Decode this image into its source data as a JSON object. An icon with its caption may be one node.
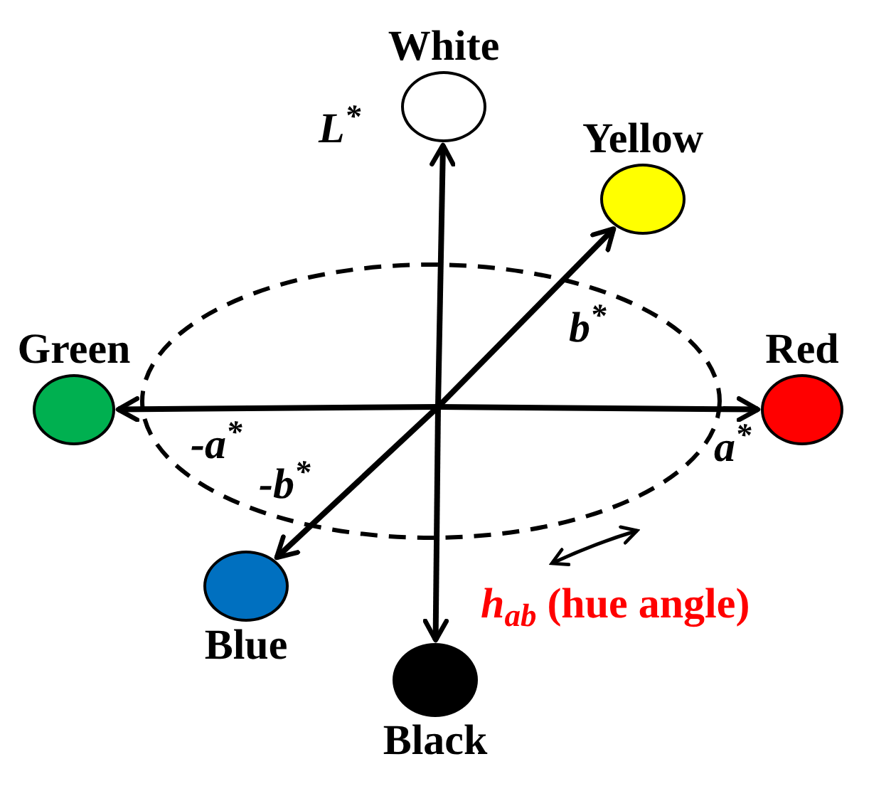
{
  "diagram": {
    "nodes": [
      {
        "text": [
          "White"
        ]
      },
      {
        "text": [
          "Yellow"
        ]
      },
      {
        "text": [
          "Green"
        ]
      },
      {
        "text": [
          "Red"
        ]
      },
      {
        "text": [
          "Blue"
        ]
      },
      {
        "text": [
          "Black"
        ]
      }
    ],
    "edges": [
      {
        "from": null,
        "to": 0,
        "arrow": "to"
      },
      {
        "from": null,
        "to": 1,
        "arrow": "to"
      },
      {
        "from": null,
        "to": 2,
        "arrow": "to"
      },
      {
        "from": null,
        "to": 3,
        "arrow": "to"
      },
      {
        "from": null,
        "to": 4,
        "arrow": "to"
      },
      {
        "from": null,
        "to": 5,
        "arrow": "to"
      }
    ],
    "labels": [
      "L$^{*}$",
      "b$^{*}$",
      "-a$^{*}$",
      "a$^{*}$",
      "-b$^{*}$",
      "*h$_{ab}$* (hue angle)"
    ]
  }
}
